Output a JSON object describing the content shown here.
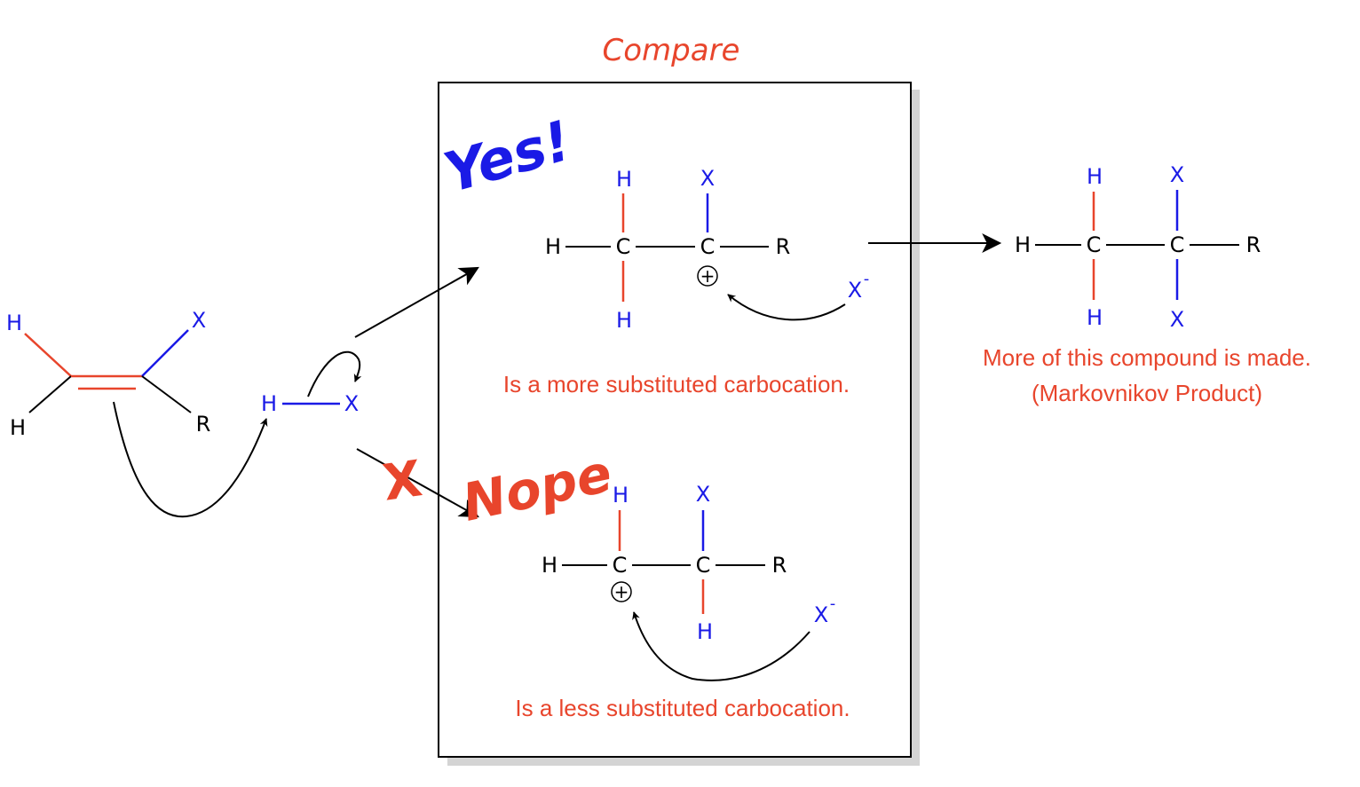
{
  "colors": {
    "black": "#000000",
    "red": "#e8452c",
    "blue": "#1a1ae6",
    "panel_shadow": "#d4d4d4"
  },
  "header": {
    "title": "Compare"
  },
  "reactant": {
    "alkene": {
      "h_top": "H",
      "h_bottom": "H",
      "x": "X",
      "r": "R"
    },
    "hx": {
      "h": "H",
      "x": "X"
    }
  },
  "panel": {
    "top": {
      "verdict": "Yes!",
      "atoms": {
        "h_left": "H",
        "c1": "C",
        "c2": "C",
        "r": "R",
        "h_up": "H",
        "h_down": "H",
        "x_up": "X"
      },
      "charge": "+",
      "nucleophile": "X",
      "nucleophile_charge": "-",
      "caption": "Is a more substituted carbocation."
    },
    "bottom": {
      "verdict": "Nope",
      "reject_mark": "X",
      "atoms": {
        "h_left": "H",
        "c1": "C",
        "c2": "C",
        "r": "R",
        "h_up": "H",
        "x_up": "X",
        "h_down": "H"
      },
      "charge": "+",
      "nucleophile": "X",
      "nucleophile_charge": "-",
      "caption": "Is a less substituted carbocation."
    }
  },
  "product": {
    "atoms": {
      "h_left": "H",
      "c1": "C",
      "c2": "C",
      "r": "R",
      "h_up": "H",
      "h_down": "H",
      "x_up": "X",
      "x_down": "X"
    },
    "caption_line1": "More of this compound is made.",
    "caption_line2": "(Markovnikov Product)"
  }
}
